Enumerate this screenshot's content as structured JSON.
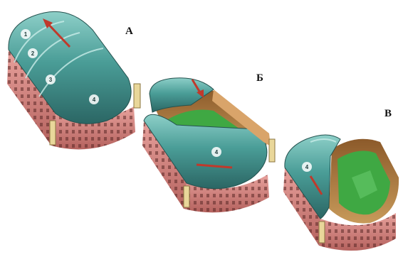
{
  "colors": {
    "roof": "#3f8e8a",
    "roof_light": "#7cc3bd",
    "roof_dark": "#2b6664",
    "wall": "#d98a86",
    "wall_dark": "#a85a57",
    "field": "#3fa843",
    "arrow": "#c0392b"
  },
  "diagram": {
    "panels": [
      {
        "id": "A",
        "label": "А",
        "state": "closed",
        "segments": [
          "1",
          "2",
          "3",
          "4"
        ]
      },
      {
        "id": "B",
        "label": "Б",
        "state": "partially-open",
        "segments": [
          "4"
        ]
      },
      {
        "id": "V",
        "label": "В",
        "state": "open",
        "segments": [
          "4"
        ]
      }
    ]
  }
}
